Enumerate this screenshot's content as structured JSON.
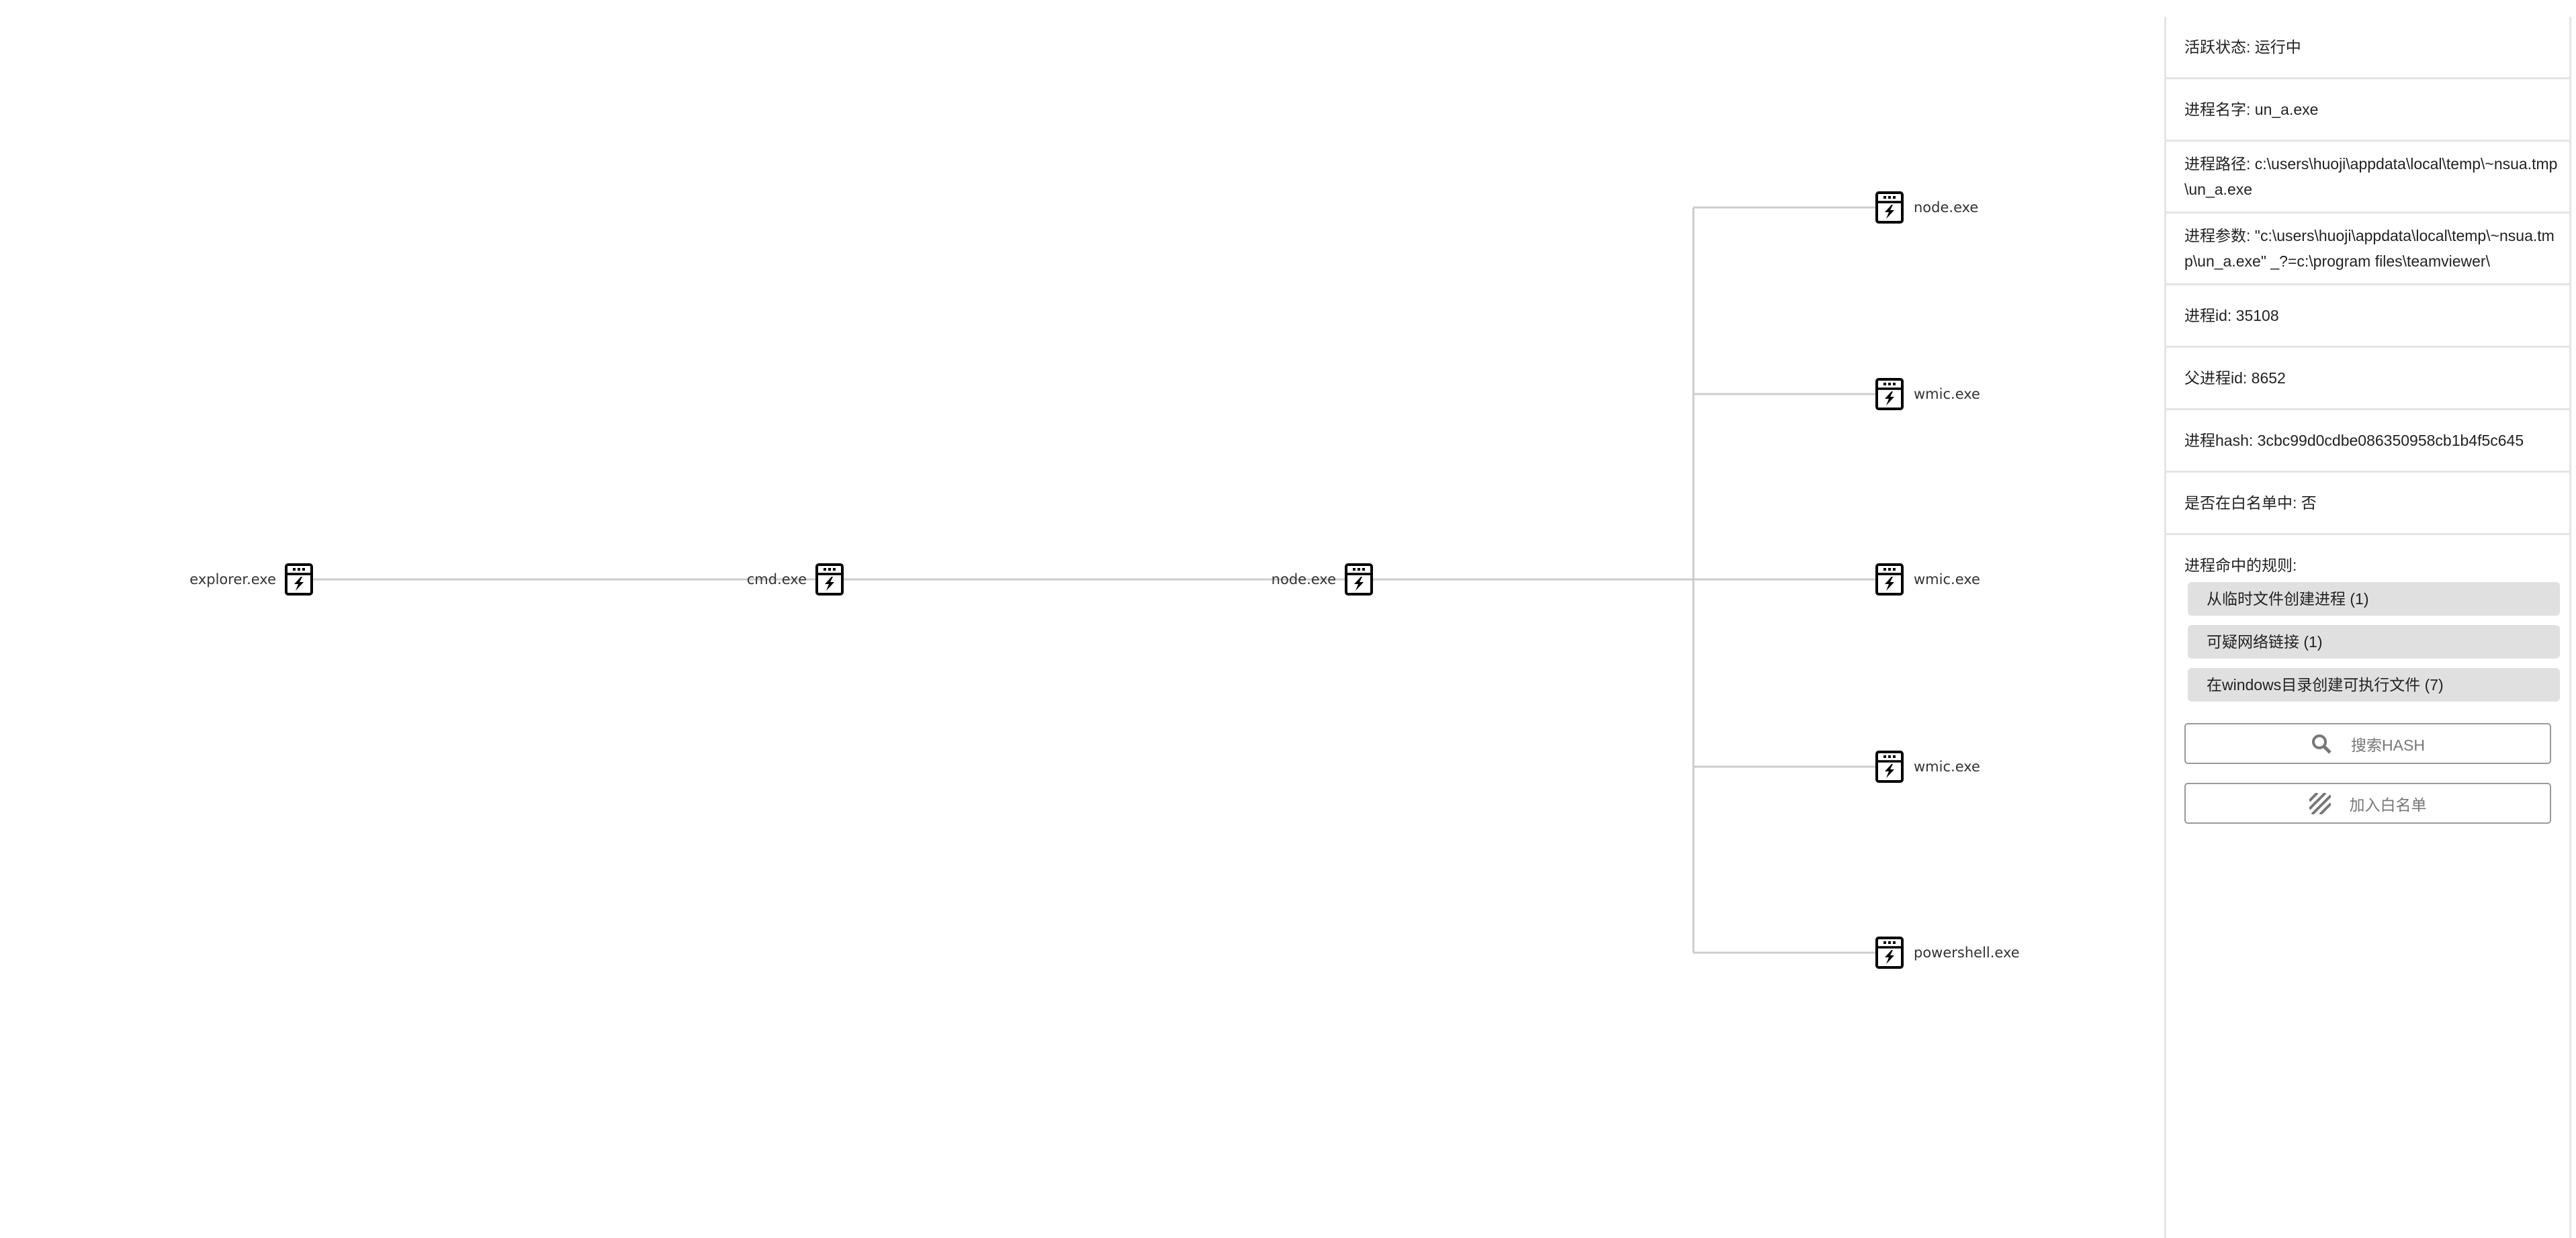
{
  "tree": {
    "nodes": [
      {
        "id": "explorer",
        "label": "explorer.exe",
        "icon": "process-icon"
      },
      {
        "id": "cmd",
        "label": "cmd.exe",
        "icon": "process-icon"
      },
      {
        "id": "node_parent",
        "label": "node.exe",
        "icon": "process-icon"
      },
      {
        "id": "node_child",
        "label": "node.exe",
        "icon": "process-icon"
      },
      {
        "id": "wmic1",
        "label": "wmic.exe",
        "icon": "process-icon"
      },
      {
        "id": "wmic2",
        "label": "wmic.exe",
        "icon": "process-icon"
      },
      {
        "id": "wmic3",
        "label": "wmic.exe",
        "icon": "process-icon"
      },
      {
        "id": "powershell",
        "label": "powershell.exe",
        "icon": "process-icon"
      }
    ],
    "edges": [
      [
        "explorer",
        "cmd"
      ],
      [
        "cmd",
        "node_parent"
      ],
      [
        "node_parent",
        "node_child"
      ],
      [
        "node_parent",
        "wmic1"
      ],
      [
        "node_parent",
        "wmic2"
      ],
      [
        "node_parent",
        "wmic3"
      ],
      [
        "node_parent",
        "powershell"
      ]
    ],
    "line_color": "#cccccc"
  },
  "panel": {
    "status": "活跃状态: 运行中",
    "name": "进程名字: un_a.exe",
    "path": "进程路径: c:\\users\\huoji\\appdata\\local\\temp\\~nsua.tmp\\un_a.exe",
    "args": "进程参数: \"c:\\users\\huoji\\appdata\\local\\temp\\~nsua.tmp\\un_a.exe\" _?=c:\\program files\\teamviewer\\",
    "pid": "进程id: 35108",
    "ppid": "父进程id: 8652",
    "hash": "进程hash: 3cbc99d0cdbe086350958cb1b4f5c645",
    "whitelisted": "是否在白名单中: 否",
    "rules_title": "进程命中的规则:",
    "rules": [
      "从临时文件创建进程 (1)",
      "可疑网络链接 (1)",
      "在windows目录创建可执行文件 (7)"
    ],
    "search_hash_label": "搜索HASH",
    "add_whitelist_label": "加入白名单",
    "rule_bg": "#e0e0e0"
  }
}
